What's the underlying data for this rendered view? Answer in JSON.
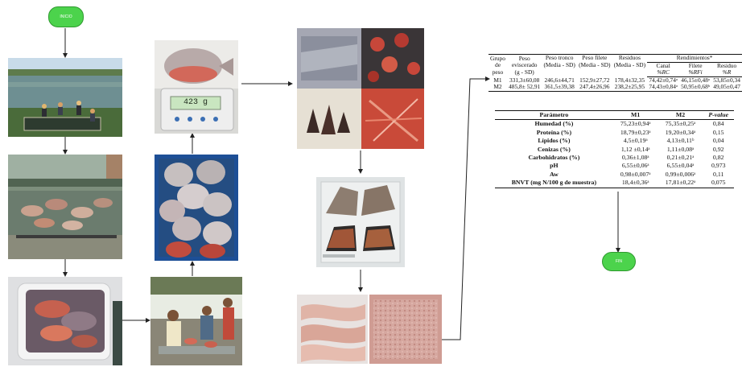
{
  "flow": {
    "start_label": "INICIO",
    "end_label": "FIN"
  },
  "colors": {
    "terminal_fill": "#4cd34c",
    "terminal_stroke": "#2f9a2f",
    "arrow": "#222222",
    "scale_display": "#c9e6c0"
  },
  "scale_reading": "423 g",
  "yield_table": {
    "headers": {
      "group": [
        "Grupo",
        "de",
        "peso"
      ],
      "eviscerated": [
        "Peso",
        "eviscerado",
        "(g - SD)"
      ],
      "trunk": [
        "Peso tronco",
        "(Media - SD)"
      ],
      "fillet": [
        "Peso filete",
        "(Media - SD)"
      ],
      "residues": [
        "Residuos",
        "(Media - SD)"
      ],
      "yields_group": "Rendimientos*",
      "canal": [
        "Canal",
        "%RC"
      ],
      "filete": [
        "Filete",
        "%RFi"
      ],
      "residuo": [
        "Residuo",
        "%R"
      ]
    },
    "rows": [
      {
        "group": "M1",
        "eviscerated": "331,3±60,08",
        "trunk": "246,6±44,71",
        "fillet": "152,9±27,72",
        "residues": "178,4±32,35",
        "canal": "74,42±0,74ᵃ",
        "filete": "46,15±0,48ᵃ",
        "residuo": "53,85±0,34"
      },
      {
        "group": "M2",
        "eviscerated": "485,8± 52,91",
        "trunk": "361,5±39,38",
        "fillet": "247,4±26,96",
        "residues": "238,2±25,95",
        "canal": "74,43±0,84ᵃ",
        "filete": "50,95±0,68ᵇ",
        "residuo": "49,05±0,47"
      }
    ]
  },
  "composition_table": {
    "headers": {
      "param": "Parámetro",
      "m1": "M1",
      "m2": "M2",
      "p": "P-value"
    },
    "rows": [
      {
        "param": "Humedad (%)",
        "m1": "75,23±0,94ᵃ",
        "m2": "75,35±0,25ᵃ",
        "p": "0,84"
      },
      {
        "param": "Proteína (%)",
        "m1": "18,79±0,23ᵃ",
        "m2": "19,20±0,34ᵃ",
        "p": "0,15"
      },
      {
        "param": "Lípidos (%)",
        "m1": "4,5±0,19ᵃ",
        "m2": "4,13±0,11ᵇ",
        "p": "0,04"
      },
      {
        "param": "Cenizas (%)",
        "m1": "1,12 ±0,14ᵃ",
        "m2": "1,11±0,08ᵃ",
        "p": "0,92"
      },
      {
        "param": "Carbohidratos (%)",
        "m1": "0,36±1,08ᵃ",
        "m2": "0,21±0,21ᵃ",
        "p": "0,82"
      },
      {
        "param": "pH",
        "m1": "6,55±0,06ᵃ",
        "m2": "6,55±0,04ᵃ",
        "p": "0,973"
      },
      {
        "param": "Aw",
        "m1": "0,98±0,007ᵃ",
        "m2": "0,99±0,006ᵃ",
        "p": "0,11"
      },
      {
        "param": "BNVT (mg N/100 g de muestra)",
        "m1": "18,4±0,36ᵃ",
        "m2": "17,81±0,22ᵃ",
        "p": "0,075"
      }
    ]
  }
}
